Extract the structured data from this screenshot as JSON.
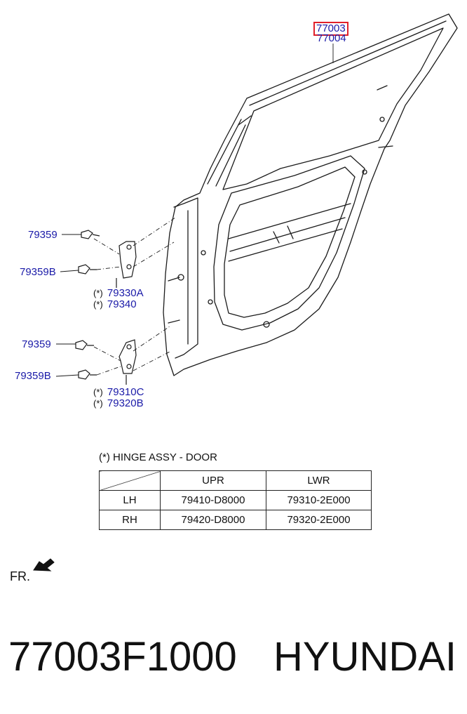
{
  "callouts": {
    "top_highlight": "77003",
    "top_second": "77004",
    "upper_bolt": "79359",
    "upper_bolt_b": "79359B",
    "upper_hinge_a": "79330A",
    "upper_hinge_b": "79340",
    "lower_bolt": "79359",
    "lower_bolt_b": "79359B",
    "lower_hinge_a": "79310C",
    "lower_hinge_b": "79320B",
    "star_mark": "(*)"
  },
  "hinge_table": {
    "title": "(*) HINGE ASSY - DOOR",
    "columns": [
      "UPR",
      "LWR"
    ],
    "rows": [
      {
        "side": "LH",
        "upr": "79410-D8000",
        "lwr": "79310-2E000"
      },
      {
        "side": "RH",
        "upr": "79420-D8000",
        "lwr": "79320-2E000"
      }
    ]
  },
  "front_indicator": "FR.",
  "footer": {
    "part_number": "77003F1000",
    "brand": "HYUNDAI"
  },
  "colors": {
    "callout_text": "#1a1aa8",
    "highlight_border": "#e0202a",
    "line_art": "#1b1b1b"
  }
}
